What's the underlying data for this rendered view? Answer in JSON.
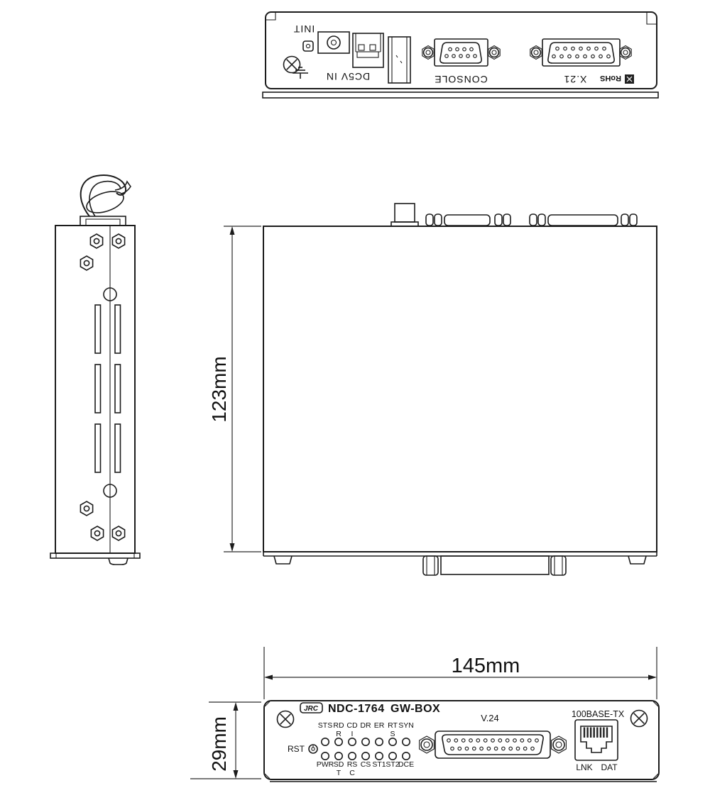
{
  "rear_view": {
    "init": "INIT",
    "dc5v": "DC5V IN",
    "console": "CONSOLE",
    "x21": "X.21",
    "rohs": "RoHS"
  },
  "dimensions": {
    "depth": "123mm",
    "width": "145mm",
    "height": "29mm"
  },
  "front_view": {
    "brand": "JRC",
    "model_number": "NDC-1764",
    "model_name": "GW-BOX",
    "rst": "RST",
    "v24": "V.24",
    "ethernet": "100BASE-TX",
    "lnk": "LNK",
    "dat": "DAT",
    "leds_top": [
      "STS",
      "RD",
      "CD",
      "DR",
      "ER",
      "RT",
      "SYN"
    ],
    "leds_top_sub": [
      "",
      "R",
      "I",
      "",
      "",
      "S",
      ""
    ],
    "leds_bottom": [
      "PWR",
      "SD",
      "RS",
      "CS",
      "ST1",
      "ST2",
      "DCE"
    ],
    "leds_bottom_sub": [
      "",
      "T",
      "C",
      "",
      "",
      "",
      ""
    ]
  }
}
